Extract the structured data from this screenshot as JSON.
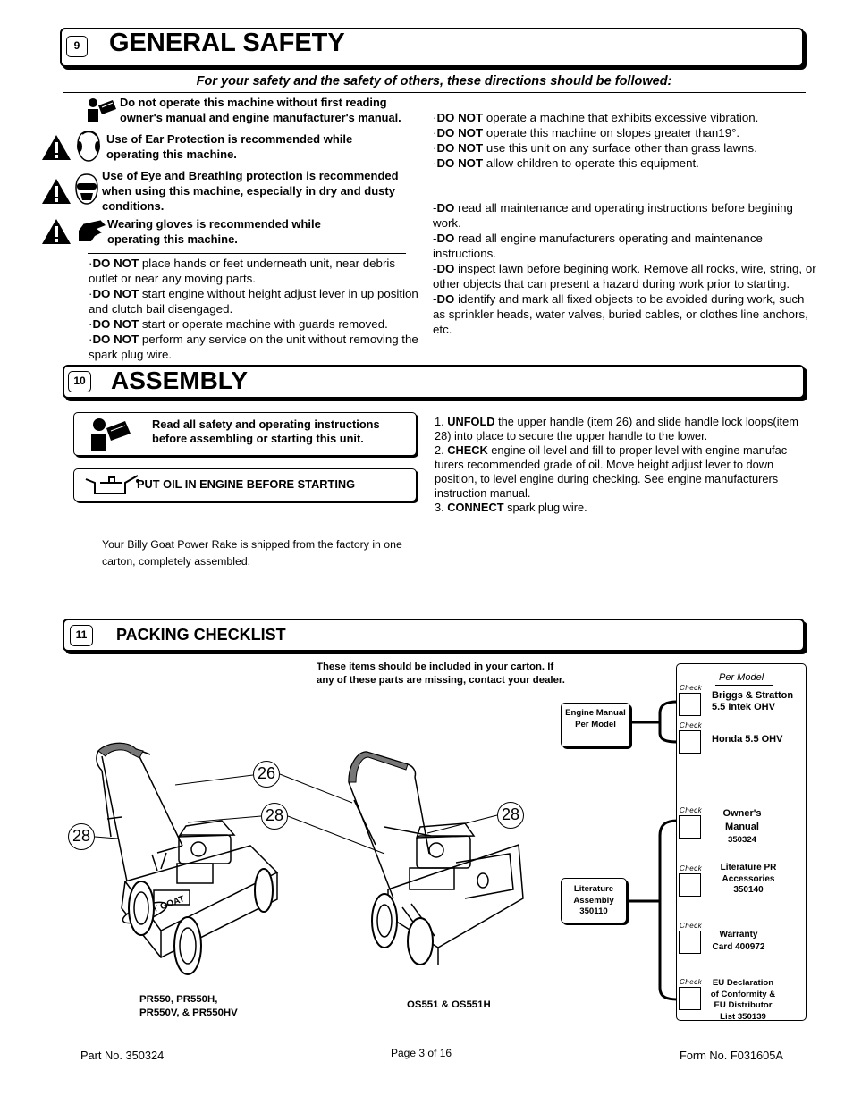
{
  "safety": {
    "num": "9",
    "title": "GENERAL SAFETY",
    "subtitle": "For your safety and the safety of others, these directions should be followed:",
    "warn1_l1": "Do not operate this machine without first reading",
    "warn1_l2": "owner's manual and engine manufacturer's manual.",
    "warn2_l1": "Use of Ear Protection is recommended while",
    "warn2_l2": "operating this machine.",
    "warn3_l1": "Use of Eye and Breathing protection is recommended",
    "warn3_l2": "when using this machine, especially in dry and dusty",
    "warn3_l3": "conditions.",
    "warn4_l1": "Wearing gloves is recommended while",
    "warn4_l2": "operating this machine.",
    "donot_label": "DO NOT",
    "do_label": "DO",
    "left_items": [
      " place hands or feet underneath unit, near debris outlet or near any moving parts.",
      " start engine without height adjust lever in up position and clutch bail disengaged.",
      " start or operate machine with guards removed.",
      " perform any service on the unit without removing the spark plug wire."
    ],
    "right_donot": [
      " operate a machine that exhibits excessive vibration.",
      " operate this machine on slopes greater than19°.",
      " use this unit on any surface other than grass lawns.",
      " allow children to operate this equipment."
    ],
    "right_do": [
      " read all maintenance and operating instructions before begining work.",
      " read all engine manufacturers operating and maintenance instructions.",
      " inspect lawn before begining work.  Remove all rocks, wire, string, or other objects that can present a hazard during work prior to starting.",
      " identify and mark all fixed objects to be avoided during work, such as sprinkler heads, water valves, buried cables, or clothes line anchors, etc."
    ]
  },
  "assembly": {
    "num": "10",
    "title": "ASSEMBLY",
    "read_l1": "Read all safety and operating instructions",
    "read_l2": "before assembling or starting this unit.",
    "oil": "PUT OIL IN ENGINE BEFORE  STARTING",
    "shipped_l1": "Your Billy Goat Power Rake is shipped from the factory in one",
    "shipped_l2": "carton, completely assembled.",
    "steps": [
      {
        "n": "1. ",
        "k": "UNFOLD",
        "t": " the upper handle (item 26) and slide handle lock loops(item 28) into place to secure the upper handle to the lower."
      },
      {
        "n": "2. ",
        "k": "CHECK",
        "t": " engine oil level and fill to proper level with engine manufac-turers recommended grade of oil.  Move height adjust lever to down position, to level engine during checking.  See engine manufacturers instruction manual."
      },
      {
        "n": "3. ",
        "k": "CONNECT",
        "t": " spark plug wire."
      }
    ]
  },
  "packing": {
    "num": "11",
    "title": "PACKING  CHECKLIST",
    "intro_l1": "These items should be included in your carton.  If",
    "intro_l2": "any of these parts are missing, contact your dealer.",
    "per_model": "Per Model",
    "check": "Check",
    "engine_manual": "Engine Manual Per Model",
    "literature": "Literature Assembly 350110",
    "briggs_l1": "Briggs & Stratton",
    "briggs_l2": "5.5 Intek OHV",
    "honda": "Honda 5.5 OHV",
    "owners_l1": "Owner's",
    "owners_l2": "Manual",
    "owners_l3": "350324",
    "litpr_l1": "Literature PR",
    "litpr_l2": "Accessories",
    "litpr_l3": "350140",
    "warranty_l1": "Warranty",
    "warranty_l2": "Card  400972",
    "eu_l1": "EU Declaration",
    "eu_l2": "of Conformity &",
    "eu_l3": "EU Distributor",
    "eu_l4": "List    350139",
    "callout_26": "26",
    "callout_28a": "28",
    "callout_28b": "28",
    "callout_28c": "28",
    "model1_l1": "PR550, PR550H,",
    "model1_l2": "PR550V, & PR550HV",
    "model2": "OS551 & OS551H"
  },
  "footer": {
    "part": "Part No. 350324",
    "page": "Page 3 of 16",
    "form": "Form No. F031605A"
  }
}
